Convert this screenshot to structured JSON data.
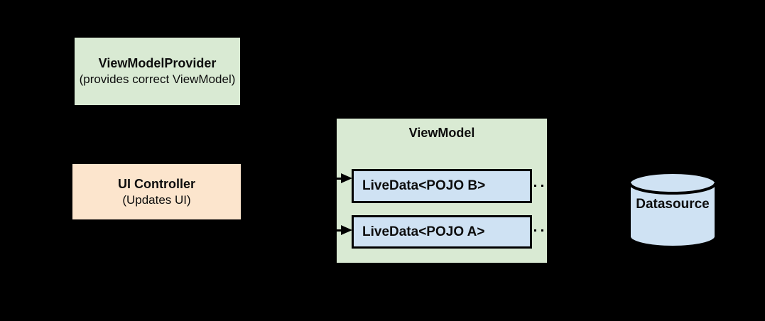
{
  "colors": {
    "background": "#000000",
    "node_green": "#d9ead3",
    "node_peach": "#fce5cd",
    "node_blue": "#cfe2f3",
    "stroke": "#000000",
    "text": "#0d0d0d"
  },
  "nodes": {
    "view_model_provider": {
      "title": "ViewModelProvider",
      "subtitle": "(provides correct ViewModel)"
    },
    "ui_controller": {
      "title": "UI Controller",
      "subtitle": "(Updates UI)"
    },
    "view_model": {
      "title": "ViewModel"
    },
    "livedata_b": {
      "label": "LiveData<POJO B>"
    },
    "livedata_a": {
      "label": "LiveData<POJO A>"
    },
    "datasource": {
      "label": "Datasource"
    }
  }
}
